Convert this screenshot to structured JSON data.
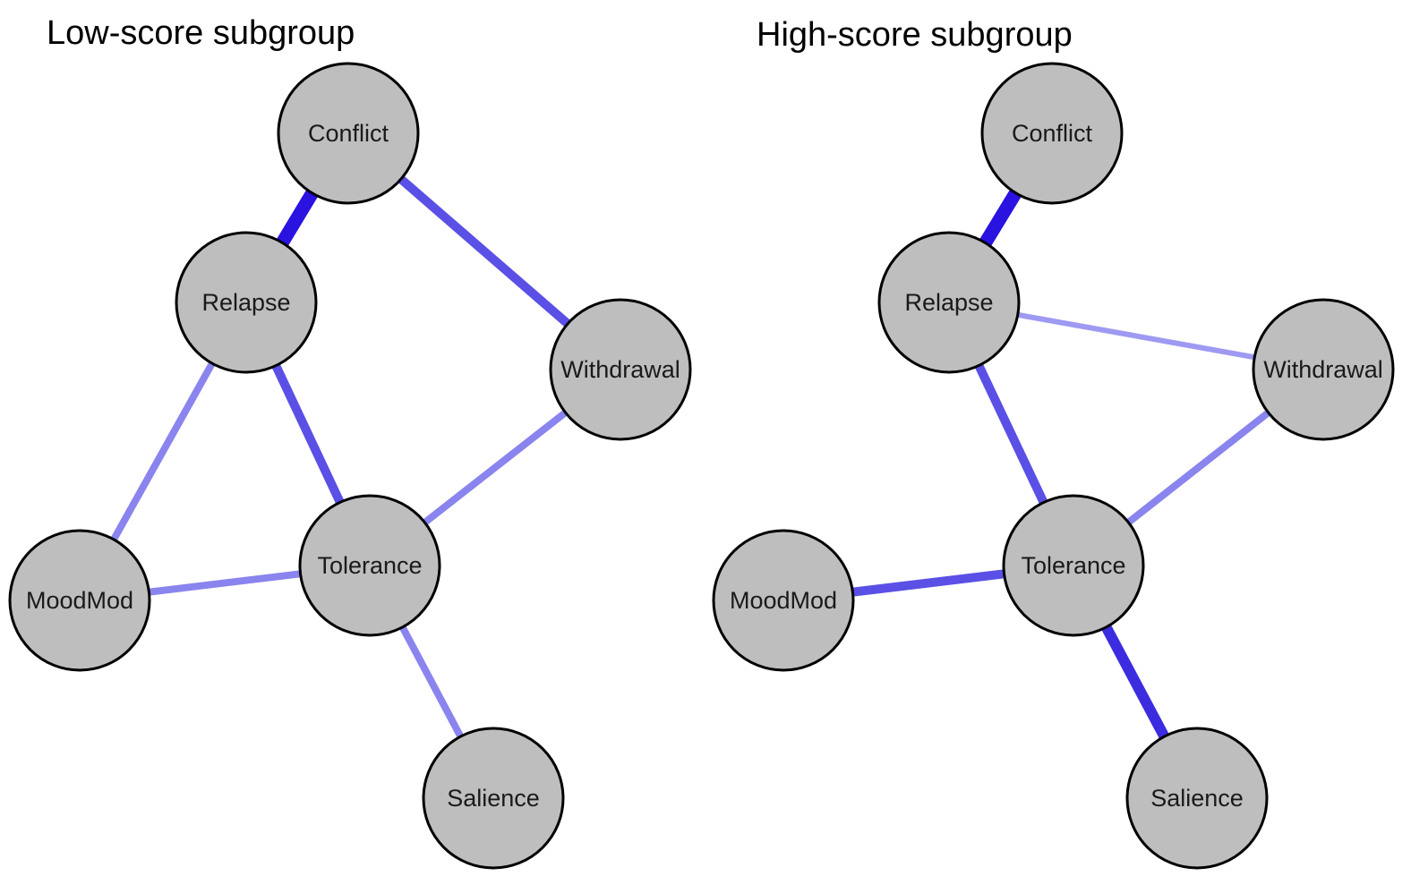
{
  "panels": [
    {
      "title": "Low-score subgroup",
      "nodes": [
        "Conflict",
        "Relapse",
        "Withdrawal",
        "Tolerance",
        "MoodMod",
        "Salience"
      ],
      "edges": [
        {
          "from": "Conflict",
          "to": "Relapse",
          "strength": "very strong"
        },
        {
          "from": "Conflict",
          "to": "Withdrawal",
          "strength": "moderate"
        },
        {
          "from": "Relapse",
          "to": "Tolerance",
          "strength": "moderate"
        },
        {
          "from": "Relapse",
          "to": "MoodMod",
          "strength": "weak"
        },
        {
          "from": "Withdrawal",
          "to": "Tolerance",
          "strength": "weak"
        },
        {
          "from": "MoodMod",
          "to": "Tolerance",
          "strength": "weak"
        },
        {
          "from": "Tolerance",
          "to": "Salience",
          "strength": "weak"
        }
      ]
    },
    {
      "title": "High-score subgroup",
      "nodes": [
        "Conflict",
        "Relapse",
        "Withdrawal",
        "Tolerance",
        "MoodMod",
        "Salience"
      ],
      "edges": [
        {
          "from": "Conflict",
          "to": "Relapse",
          "strength": "very strong"
        },
        {
          "from": "Relapse",
          "to": "Withdrawal",
          "strength": "very weak"
        },
        {
          "from": "Relapse",
          "to": "Tolerance",
          "strength": "moderate"
        },
        {
          "from": "Withdrawal",
          "to": "Tolerance",
          "strength": "weak"
        },
        {
          "from": "MoodMod",
          "to": "Tolerance",
          "strength": "moderate"
        },
        {
          "from": "Tolerance",
          "to": "Salience",
          "strength": "strong"
        }
      ]
    }
  ],
  "style": {
    "node_fill": "#bebebe",
    "node_stroke": "#000000",
    "edge_colors": {
      "very strong": "#2a12e0",
      "strong": "#3b2ddf",
      "moderate": "#5a50e6",
      "weak": "#8a84ee",
      "very weak": "#9e9af2"
    }
  }
}
